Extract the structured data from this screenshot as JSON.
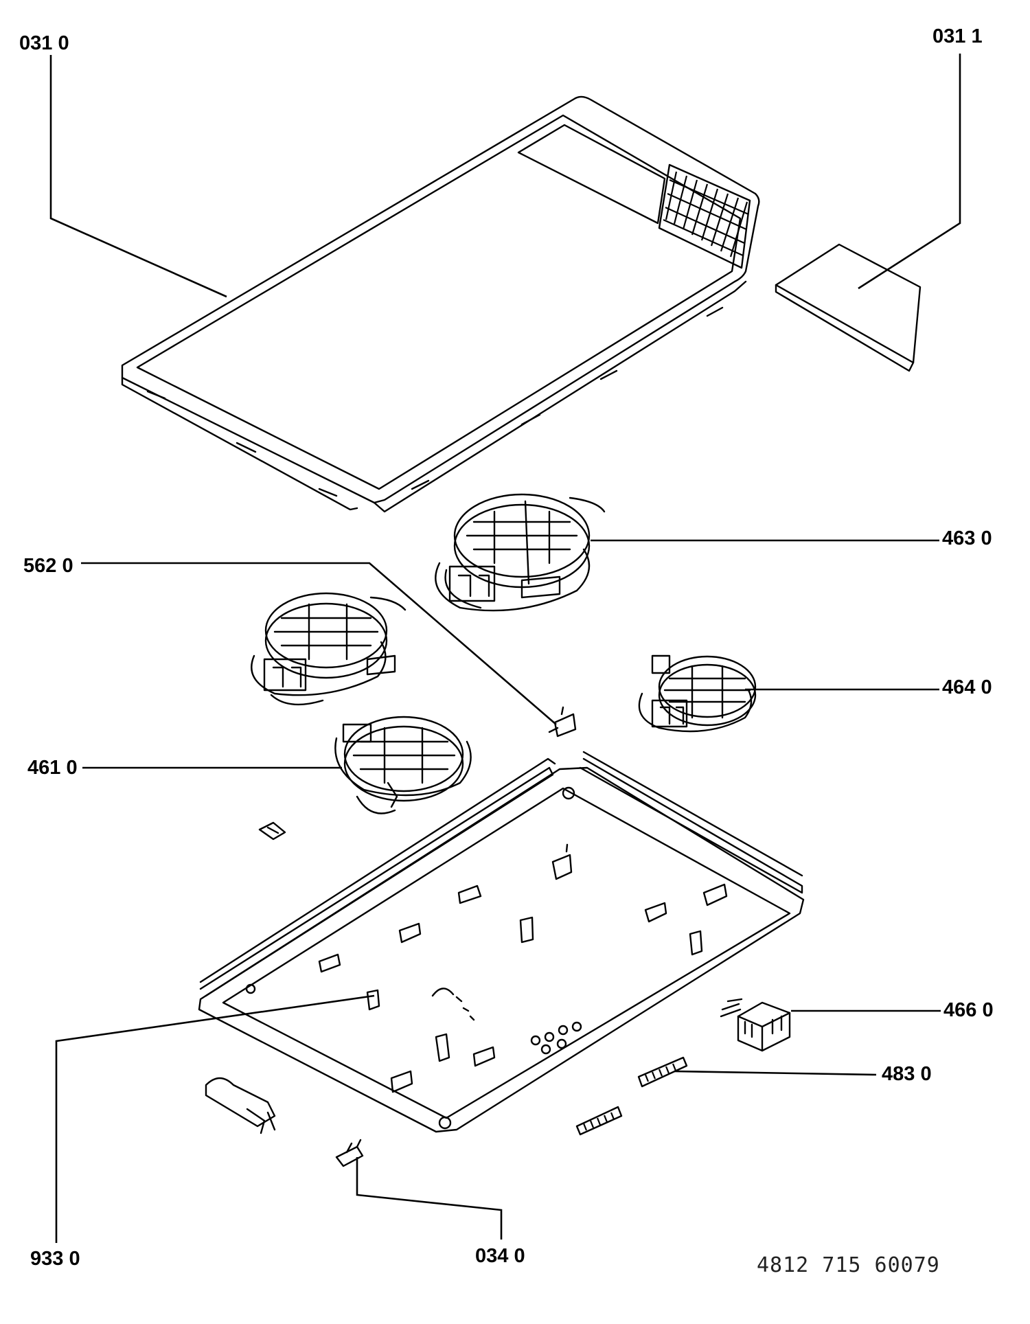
{
  "labels": {
    "p0310": "031 0",
    "p0311": "031 1",
    "p4630": "463 0",
    "p5620": "562 0",
    "p4640": "464 0",
    "p4610": "461 0",
    "p4660": "466 0",
    "p4830": "483 0",
    "p9330": "933 0",
    "p0340": "034 0"
  },
  "document_number": "4812 715 60079",
  "colors": {
    "ink": "#000000",
    "paper": "#ffffff",
    "docnum": "#222222"
  }
}
